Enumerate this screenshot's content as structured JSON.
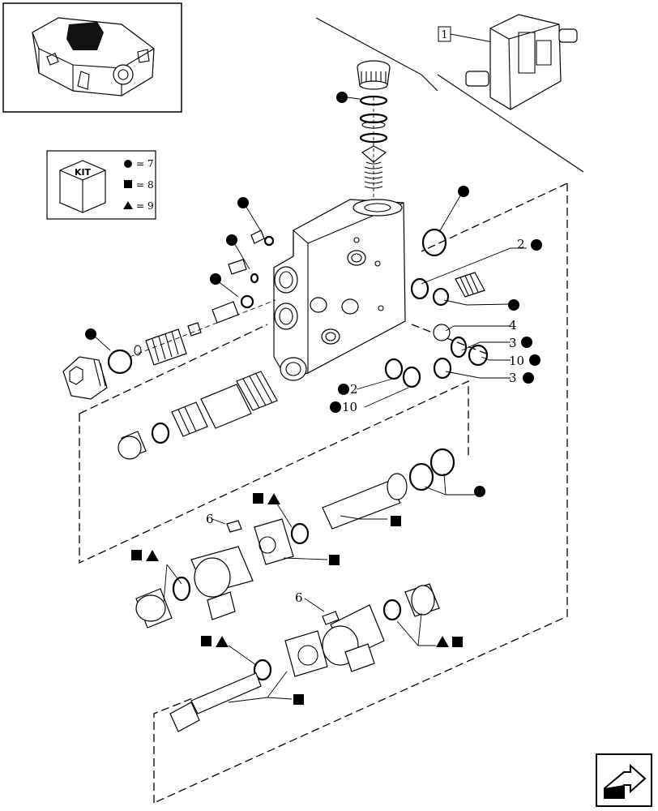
{
  "diagram": {
    "reference_box_label": "1",
    "kit_legend": {
      "kit_label": "KIT",
      "entries": [
        {
          "symbol": "circle",
          "value": "7"
        },
        {
          "symbol": "square",
          "value": "8"
        },
        {
          "symbol": "triangle",
          "value": "9"
        }
      ]
    },
    "callouts": [
      {
        "id": "c2a",
        "text": "2"
      },
      {
        "id": "c3a",
        "text": "3"
      },
      {
        "id": "c4",
        "text": "4"
      },
      {
        "id": "c10a",
        "text": "10"
      },
      {
        "id": "c3b",
        "text": "3"
      },
      {
        "id": "c2b",
        "text": "2"
      },
      {
        "id": "c10b",
        "text": "10"
      },
      {
        "id": "c6a",
        "text": "6"
      },
      {
        "id": "c6b",
        "text": "6"
      }
    ],
    "nav_button_icon": "next-page-arrow-icon"
  }
}
